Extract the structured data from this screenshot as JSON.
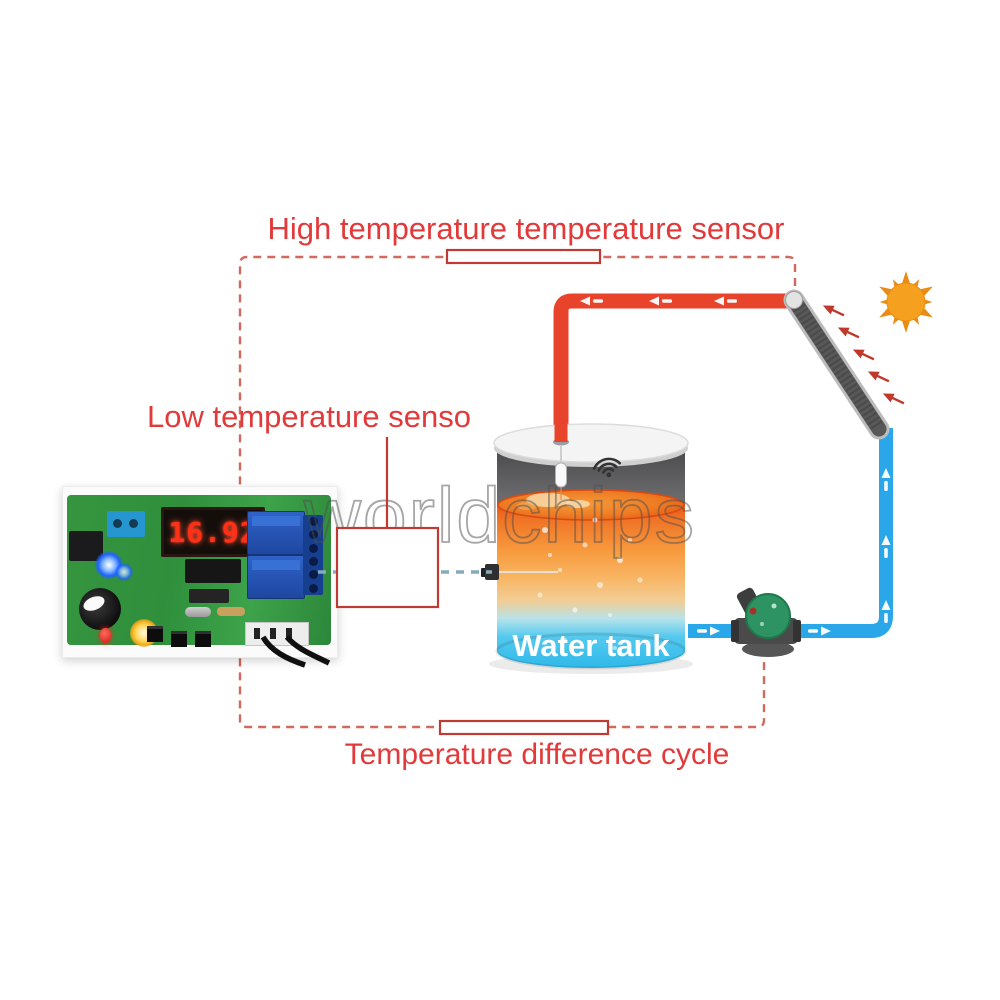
{
  "labels": {
    "high_sensor": "High temperature temperature sensor",
    "low_sensor": "Low temperature senso",
    "cycle": "Temperature difference cycle"
  },
  "tank": {
    "label": "Water tank"
  },
  "board": {
    "display_value": "16.92"
  },
  "watermark": {
    "text": "worldchips"
  },
  "icons": {
    "sun": "sun-icon",
    "wifi": "wifi-icon",
    "pump": "pump-icon",
    "solar_collector": "solar-collector-tube",
    "flow_arrows": "flow-arrow-icons"
  },
  "colors": {
    "label_red": "#e23a3a",
    "dashed_border_red": "#d2695f",
    "annotation_box_red": "#bf3a33",
    "hot_pipe": "#e8442c",
    "cold_pipe": "#2aa7e8",
    "sun_orange": "#f5a01f",
    "pump_green": "#2e9362",
    "tank_hot_water": "#f79b3e",
    "tank_cold_water": "#2fb9e9"
  }
}
